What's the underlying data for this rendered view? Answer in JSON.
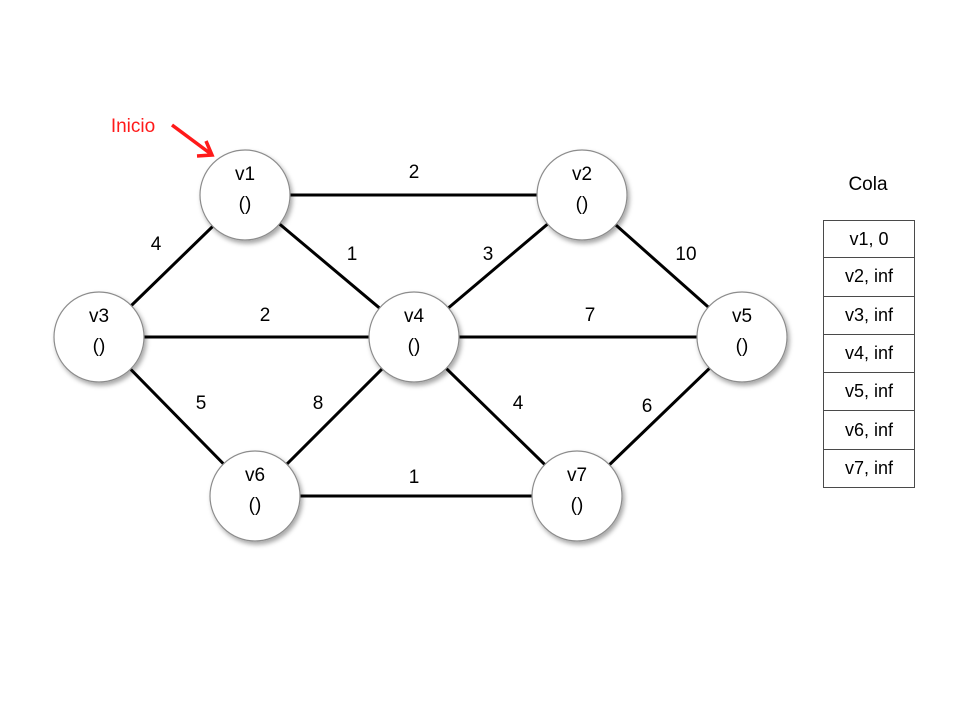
{
  "start_label": "Inicio",
  "nodes": [
    {
      "id": "v1",
      "name": "v1",
      "value": "()"
    },
    {
      "id": "v2",
      "name": "v2",
      "value": "()"
    },
    {
      "id": "v3",
      "name": "v3",
      "value": "()"
    },
    {
      "id": "v4",
      "name": "v4",
      "value": "()"
    },
    {
      "id": "v5",
      "name": "v5",
      "value": "()"
    },
    {
      "id": "v6",
      "name": "v6",
      "value": "()"
    },
    {
      "id": "v7",
      "name": "v7",
      "value": "()"
    }
  ],
  "edges": [
    {
      "from": "v1",
      "to": "v2",
      "weight": "2"
    },
    {
      "from": "v1",
      "to": "v3",
      "weight": "4"
    },
    {
      "from": "v1",
      "to": "v4",
      "weight": "1"
    },
    {
      "from": "v2",
      "to": "v4",
      "weight": "3"
    },
    {
      "from": "v2",
      "to": "v5",
      "weight": "10"
    },
    {
      "from": "v3",
      "to": "v4",
      "weight": "2"
    },
    {
      "from": "v4",
      "to": "v5",
      "weight": "7"
    },
    {
      "from": "v3",
      "to": "v6",
      "weight": "5"
    },
    {
      "from": "v4",
      "to": "v6",
      "weight": "8"
    },
    {
      "from": "v4",
      "to": "v7",
      "weight": "4"
    },
    {
      "from": "v5",
      "to": "v7",
      "weight": "6"
    },
    {
      "from": "v6",
      "to": "v7",
      "weight": "1"
    }
  ],
  "queue": {
    "title": "Cola",
    "items": [
      "v1, 0",
      "v2, inf",
      "v3, inf",
      "v4, inf",
      "v5, inf",
      "v6, inf",
      "v7, inf"
    ]
  }
}
